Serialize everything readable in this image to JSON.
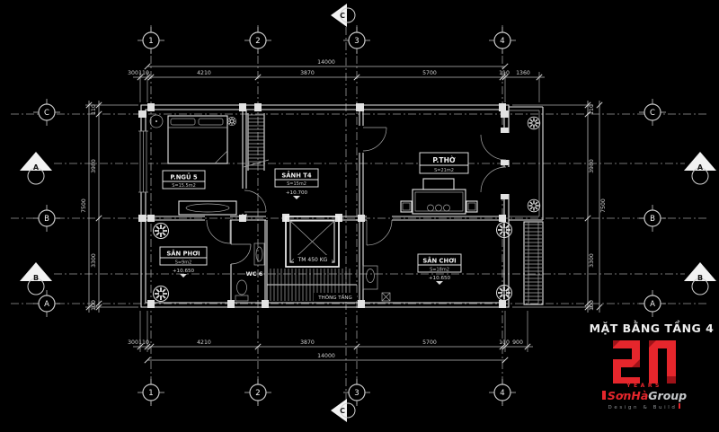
{
  "drawing": {
    "title": "MẶT BẰNG TẦNG 4",
    "rooms": {
      "bedroom": {
        "name": "P.NGỦ 5",
        "area": "S=15.5m2"
      },
      "hall": {
        "name": "SẢNH T4",
        "area": "S=15m2",
        "level": "+10.700"
      },
      "worship": {
        "name": "P.THỜ",
        "area": "S=21m2"
      },
      "laundry": {
        "name": "SÂN PHƠI",
        "area": "S=9m2",
        "level": "+10.650"
      },
      "wc": {
        "name": "WC 6"
      },
      "elevator": {
        "name": "TM 450 KG"
      },
      "void": {
        "name": "THÔNG TẦNG"
      },
      "playground": {
        "name": "SÂN CHƠI",
        "area": "S=18m2",
        "level": "+10.650"
      }
    },
    "grid": {
      "columns": [
        "1",
        "2",
        "3",
        "4"
      ],
      "rows": [
        "C",
        "B",
        "A"
      ],
      "sections": {
        "top": "C",
        "bottom": "C",
        "left_top": "A",
        "left_bottom": "B",
        "right_top": "A",
        "right_bottom": "B"
      }
    },
    "dimensions": {
      "top": {
        "overall": "14000",
        "segments": [
          "300",
          "110",
          "4210",
          "3870",
          "5700",
          "110",
          "1360"
        ]
      },
      "bottom": {
        "overall": "14000",
        "segments": [
          "300",
          "110",
          "4210",
          "3870",
          "5700",
          "110",
          "900"
        ]
      },
      "left": {
        "overall": "7500",
        "segments": [
          "110",
          "3980",
          "3300",
          "100"
        ]
      },
      "right": {
        "overall": "7500",
        "segments": [
          "110",
          "3980",
          "3300",
          "100"
        ]
      }
    }
  },
  "logo": {
    "number": "20",
    "years": "YEARS",
    "brand_red": "SơnHà",
    "brand_gray": "Group",
    "tagline": "Design & Build"
  },
  "colors": {
    "background": "#000000",
    "line": "#d9d9d9",
    "accent_red": "#e5262c",
    "gray": "#8d9194"
  }
}
